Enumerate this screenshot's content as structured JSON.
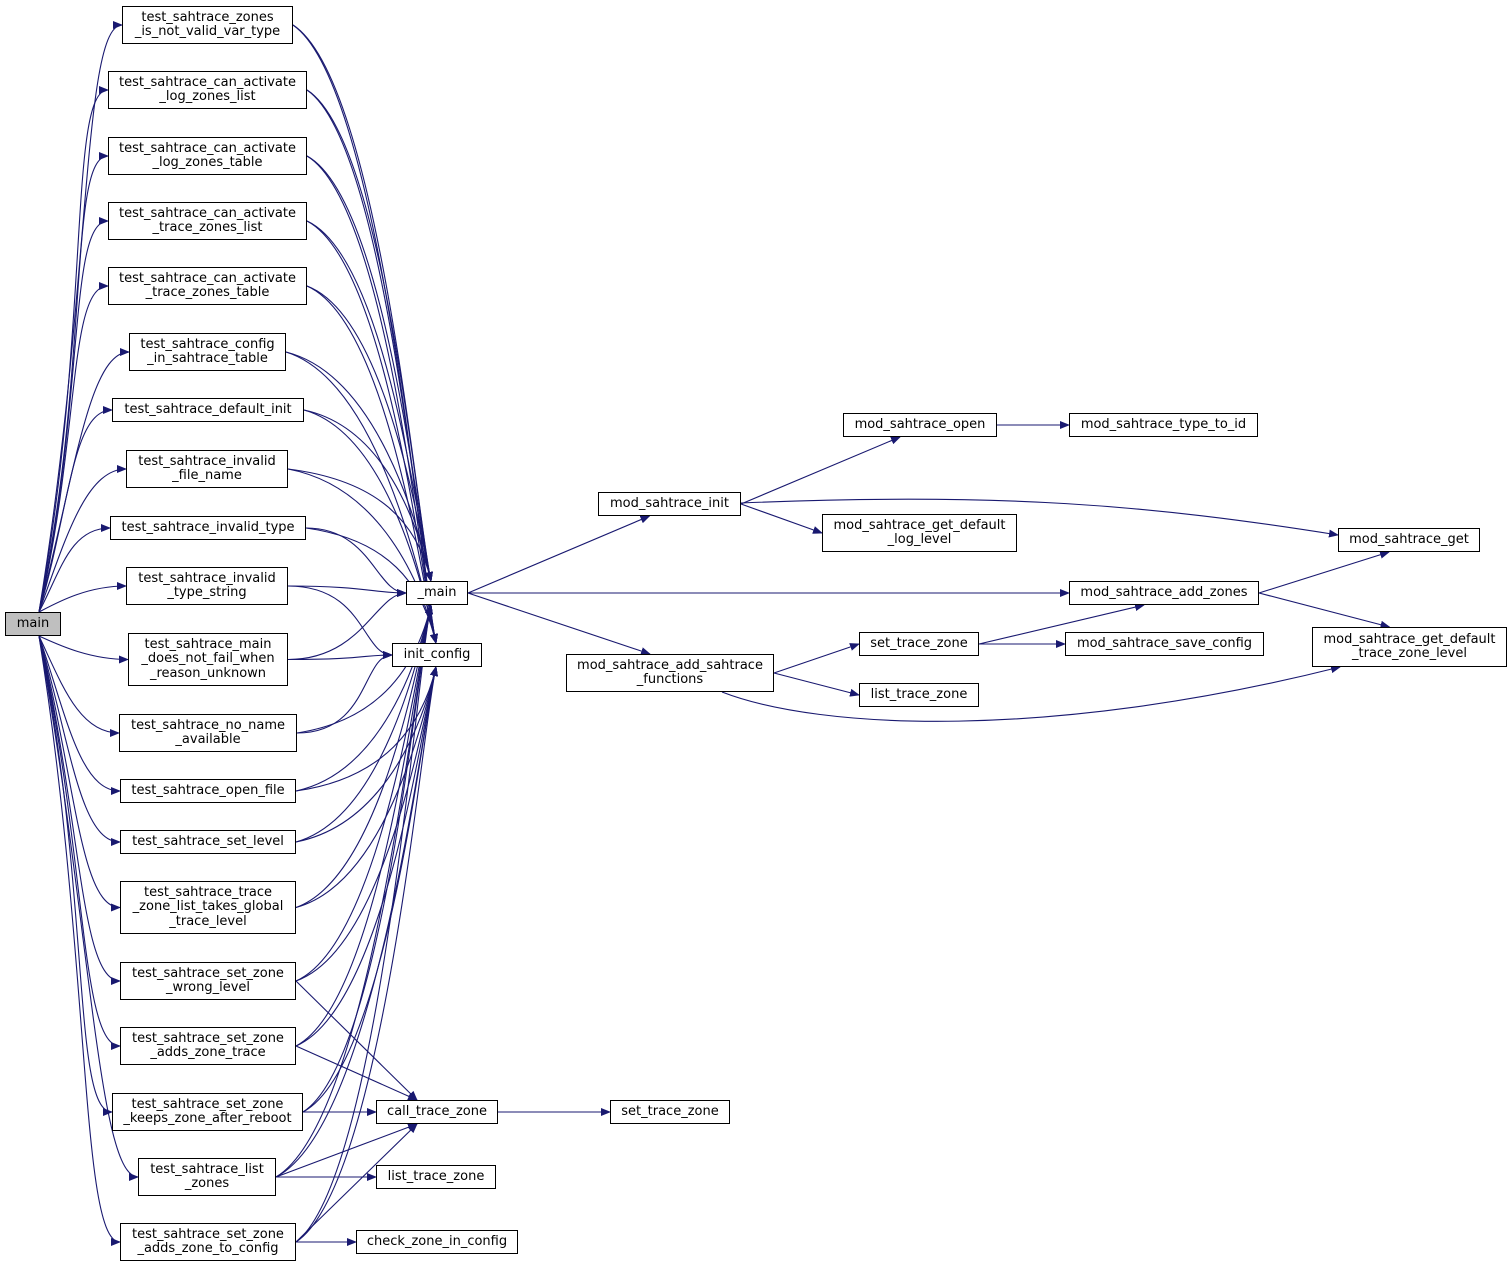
{
  "colors": {
    "edge": "#191970",
    "border": "#000000",
    "node_fill": "#ffffff",
    "root_fill": "#bfbfbf"
  },
  "nodes": [
    {
      "id": "main",
      "lines": [
        "main"
      ],
      "root": true
    },
    {
      "id": "t_zones_invalid_var",
      "lines": [
        "test_sahtrace_zones",
        "_is_not_valid_var_type"
      ]
    },
    {
      "id": "t_log_list",
      "lines": [
        "test_sahtrace_can_activate",
        "_log_zones_list"
      ]
    },
    {
      "id": "t_log_table",
      "lines": [
        "test_sahtrace_can_activate",
        "_log_zones_table"
      ]
    },
    {
      "id": "t_trace_list",
      "lines": [
        "test_sahtrace_can_activate",
        "_trace_zones_list"
      ]
    },
    {
      "id": "t_trace_table",
      "lines": [
        "test_sahtrace_can_activate",
        "_trace_zones_table"
      ]
    },
    {
      "id": "t_config_in_table",
      "lines": [
        "test_sahtrace_config",
        "_in_sahtrace_table"
      ]
    },
    {
      "id": "t_default_init",
      "lines": [
        "test_sahtrace_default_init"
      ]
    },
    {
      "id": "t_invalid_file",
      "lines": [
        "test_sahtrace_invalid",
        "_file_name"
      ]
    },
    {
      "id": "t_invalid_type",
      "lines": [
        "test_sahtrace_invalid_type"
      ]
    },
    {
      "id": "t_invalid_type_str",
      "lines": [
        "test_sahtrace_invalid",
        "_type_string"
      ]
    },
    {
      "id": "t_main_not_fail",
      "lines": [
        "test_sahtrace_main",
        "_does_not_fail_when",
        "_reason_unknown"
      ]
    },
    {
      "id": "t_no_name",
      "lines": [
        "test_sahtrace_no_name",
        "_available"
      ]
    },
    {
      "id": "t_open_file",
      "lines": [
        "test_sahtrace_open_file"
      ]
    },
    {
      "id": "t_set_level",
      "lines": [
        "test_sahtrace_set_level"
      ]
    },
    {
      "id": "t_trace_zone_list",
      "lines": [
        "test_sahtrace_trace",
        "_zone_list_takes_global",
        "_trace_level"
      ]
    },
    {
      "id": "t_set_zone_wrong",
      "lines": [
        "test_sahtrace_set_zone",
        "_wrong_level"
      ]
    },
    {
      "id": "t_set_zone_adds_trace",
      "lines": [
        "test_sahtrace_set_zone",
        "_adds_zone_trace"
      ]
    },
    {
      "id": "t_set_zone_keeps",
      "lines": [
        "test_sahtrace_set_zone",
        "_keeps_zone_after_reboot"
      ]
    },
    {
      "id": "t_list_zones",
      "lines": [
        "test_sahtrace_list",
        "_zones"
      ]
    },
    {
      "id": "t_set_zone_config",
      "lines": [
        "test_sahtrace_set_zone",
        "_adds_zone_to_config"
      ]
    },
    {
      "id": "_main",
      "lines": [
        "_main"
      ]
    },
    {
      "id": "init_config",
      "lines": [
        "init_config"
      ]
    },
    {
      "id": "call_trace_zone",
      "lines": [
        "call_trace_zone"
      ]
    },
    {
      "id": "list_trace_zone_a",
      "lines": [
        "list_trace_zone"
      ]
    },
    {
      "id": "check_zone_in_config",
      "lines": [
        "check_zone_in_config"
      ]
    },
    {
      "id": "set_trace_zone_a",
      "lines": [
        "set_trace_zone"
      ]
    },
    {
      "id": "mod_init",
      "lines": [
        "mod_sahtrace_init"
      ]
    },
    {
      "id": "mod_add_funcs",
      "lines": [
        "mod_sahtrace_add_sahtrace",
        "_functions"
      ]
    },
    {
      "id": "mod_open",
      "lines": [
        "mod_sahtrace_open"
      ]
    },
    {
      "id": "mod_get_def_log",
      "lines": [
        "mod_sahtrace_get_default",
        "_log_level"
      ]
    },
    {
      "id": "mod_type_to_id",
      "lines": [
        "mod_sahtrace_type_to_id"
      ]
    },
    {
      "id": "mod_get",
      "lines": [
        "mod_sahtrace_get"
      ]
    },
    {
      "id": "mod_add_zones",
      "lines": [
        "mod_sahtrace_add_zones"
      ]
    },
    {
      "id": "set_trace_zone_b",
      "lines": [
        "set_trace_zone"
      ]
    },
    {
      "id": "list_trace_zone_b",
      "lines": [
        "list_trace_zone"
      ]
    },
    {
      "id": "mod_save_config",
      "lines": [
        "mod_sahtrace_save_config"
      ]
    },
    {
      "id": "mod_get_def_trace",
      "lines": [
        "mod_sahtrace_get_default",
        "_trace_zone_level"
      ]
    }
  ]
}
